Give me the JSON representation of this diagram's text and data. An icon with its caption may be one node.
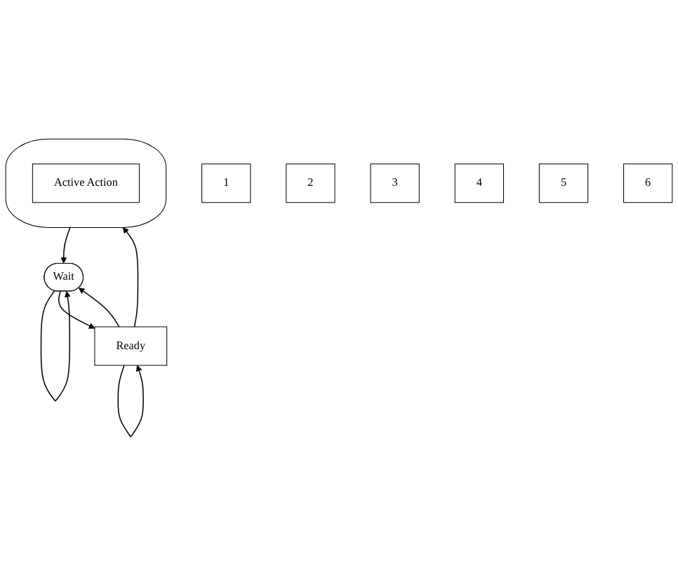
{
  "diagram": {
    "nodes": [
      {
        "text": [
          "Ready"
        ]
      },
      {
        "text": [],
        "shape": "ellipse"
      },
      {
        "text": [
          "Active Action"
        ],
        "in": 1
      },
      {
        "text": [
          "Wait"
        ]
      },
      {
        "text": [
          "1"
        ]
      },
      {
        "text": [
          "2"
        ]
      },
      {
        "text": [
          "3"
        ]
      },
      {
        "text": [
          "4"
        ]
      },
      {
        "text": [
          "5"
        ]
      },
      {
        "text": [
          "6"
        ]
      }
    ],
    "edges": [
      {
        "from": 0,
        "to": 0,
        "arrow": "to"
      },
      {
        "from": 0,
        "to": 1,
        "arrow": "to"
      },
      {
        "from": 0,
        "to": 3,
        "arrow": "to"
      },
      {
        "from": 1,
        "to": 3,
        "arrow": "to"
      },
      {
        "from": 3,
        "to": 3,
        "arrow": "to"
      },
      {
        "from": 3,
        "to": 0,
        "arrow": "to"
      }
    ]
  }
}
